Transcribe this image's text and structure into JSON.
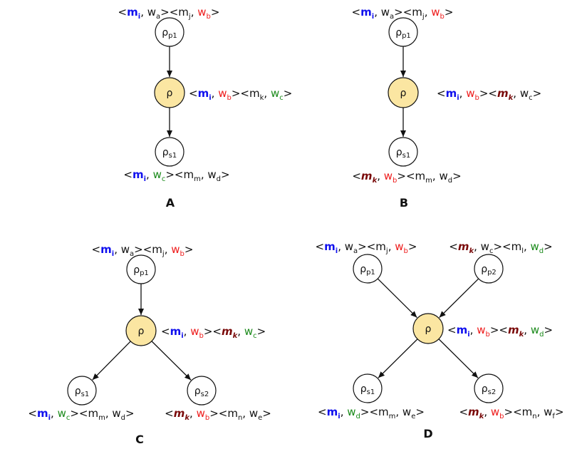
{
  "colors": {
    "node_fill": "#ffffff",
    "center_fill": "#fbe6a2",
    "stroke": "#111111",
    "blue": "#1010ee",
    "red": "#ee1c1c",
    "green": "#1a8a1a",
    "dark_red": "#7a0a0a"
  },
  "panels": [
    {
      "id": "A",
      "label": "A",
      "nodes": [
        {
          "id": "p1",
          "base": "ρ",
          "sub": "p1",
          "center": false,
          "label": [
            [
              "<",
              ""
            ],
            [
              "m",
              "blue",
              ""
            ],
            [
              "i",
              "blue",
              "sub"
            ],
            [
              ", w",
              ""
            ],
            [
              "a",
              "",
              "sub"
            ],
            [
              "><m",
              ""
            ],
            [
              "j",
              "",
              "sub"
            ],
            [
              ", ",
              ""
            ],
            [
              "w",
              "red"
            ],
            [
              "b",
              "red",
              "sub"
            ],
            [
              ">",
              ""
            ]
          ]
        },
        {
          "id": "c",
          "base": "ρ",
          "sub": "",
          "center": true,
          "label": [
            [
              "<",
              ""
            ],
            [
              "m",
              "blue"
            ],
            [
              "i",
              "blue",
              "sub"
            ],
            [
              ", ",
              ""
            ],
            [
              "w",
              "red"
            ],
            [
              "b",
              "red",
              "sub"
            ],
            [
              "><m",
              ""
            ],
            [
              "k",
              "",
              "sub"
            ],
            [
              ", ",
              ""
            ],
            [
              "w",
              "green"
            ],
            [
              "c",
              "green",
              "sub"
            ],
            [
              ">",
              ""
            ]
          ]
        },
        {
          "id": "s1",
          "base": "ρ",
          "sub": "s1",
          "center": false,
          "label": [
            [
              "<",
              ""
            ],
            [
              "m",
              "blue"
            ],
            [
              "i",
              "blue",
              "sub"
            ],
            [
              ", ",
              ""
            ],
            [
              "w",
              "green"
            ],
            [
              "c",
              "green",
              "sub"
            ],
            [
              "><m",
              ""
            ],
            [
              "m",
              "",
              "sub"
            ],
            [
              ", w",
              ""
            ],
            [
              "d",
              "",
              "sub"
            ],
            [
              ">",
              ""
            ]
          ]
        }
      ]
    },
    {
      "id": "B",
      "label": "B",
      "nodes": [
        {
          "id": "p1",
          "base": "ρ",
          "sub": "p1",
          "center": false,
          "label": [
            [
              "<",
              ""
            ],
            [
              "m",
              "blue"
            ],
            [
              "i",
              "blue",
              "sub"
            ],
            [
              ", w",
              ""
            ],
            [
              "a",
              "",
              "sub"
            ],
            [
              "><m",
              ""
            ],
            [
              "j",
              "",
              "sub"
            ],
            [
              ", ",
              ""
            ],
            [
              "w",
              "red"
            ],
            [
              "b",
              "red",
              "sub"
            ],
            [
              ">",
              ""
            ]
          ]
        },
        {
          "id": "c",
          "base": "ρ",
          "sub": "",
          "center": true,
          "label": [
            [
              "<",
              ""
            ],
            [
              "m",
              "blue"
            ],
            [
              "i",
              "blue",
              "sub"
            ],
            [
              ", ",
              ""
            ],
            [
              "w",
              "red"
            ],
            [
              "b",
              "red",
              "sub"
            ],
            [
              "><",
              ""
            ],
            [
              "m",
              "dred"
            ],
            [
              "k",
              "dred",
              "sub"
            ],
            [
              ", w",
              ""
            ],
            [
              "c",
              "",
              "sub"
            ],
            [
              ">",
              ""
            ]
          ]
        },
        {
          "id": "s1",
          "base": "ρ",
          "sub": "s1",
          "center": false,
          "label": [
            [
              "<",
              ""
            ],
            [
              "m",
              "dred"
            ],
            [
              "k",
              "dred",
              "sub"
            ],
            [
              ", ",
              ""
            ],
            [
              "w",
              "red"
            ],
            [
              "b",
              "red",
              "sub"
            ],
            [
              "><m",
              ""
            ],
            [
              "m",
              "",
              "sub"
            ],
            [
              ", w",
              ""
            ],
            [
              "d",
              "",
              "sub"
            ],
            [
              ">",
              ""
            ]
          ]
        }
      ]
    },
    {
      "id": "C",
      "label": "C",
      "nodes": [
        {
          "id": "p1",
          "base": "ρ",
          "sub": "p1",
          "center": false,
          "label": [
            [
              "<",
              ""
            ],
            [
              "m",
              "blue"
            ],
            [
              "i",
              "blue",
              "sub"
            ],
            [
              ", w",
              ""
            ],
            [
              "a",
              "",
              "sub"
            ],
            [
              "><m",
              ""
            ],
            [
              "j",
              "",
              "sub"
            ],
            [
              ", ",
              ""
            ],
            [
              "w",
              "red"
            ],
            [
              "b",
              "red",
              "sub"
            ],
            [
              ">",
              ""
            ]
          ]
        },
        {
          "id": "c",
          "base": "ρ",
          "sub": "",
          "center": true,
          "label": [
            [
              "<",
              ""
            ],
            [
              "m",
              "blue"
            ],
            [
              "i",
              "blue",
              "sub"
            ],
            [
              ", ",
              ""
            ],
            [
              "w",
              "red"
            ],
            [
              "b",
              "red",
              "sub"
            ],
            [
              "><",
              ""
            ],
            [
              "m",
              "dred"
            ],
            [
              "k",
              "dred",
              "sub"
            ],
            [
              ", ",
              ""
            ],
            [
              "w",
              "green"
            ],
            [
              "c",
              "green",
              "sub"
            ],
            [
              ">",
              ""
            ]
          ]
        },
        {
          "id": "s1",
          "base": "ρ",
          "sub": "s1",
          "center": false,
          "label": [
            [
              "<",
              ""
            ],
            [
              "m",
              "blue"
            ],
            [
              "i",
              "blue",
              "sub"
            ],
            [
              ", ",
              ""
            ],
            [
              "w",
              "green"
            ],
            [
              "c",
              "green",
              "sub"
            ],
            [
              "><m",
              ""
            ],
            [
              "m",
              "",
              "sub"
            ],
            [
              ", w",
              ""
            ],
            [
              "d",
              "",
              "sub"
            ],
            [
              ">",
              ""
            ]
          ]
        },
        {
          "id": "s2",
          "base": "ρ",
          "sub": "s2",
          "center": false,
          "label": [
            [
              "<",
              ""
            ],
            [
              "m",
              "dred"
            ],
            [
              "k",
              "dred",
              "sub"
            ],
            [
              ", ",
              ""
            ],
            [
              "w",
              "red"
            ],
            [
              "b",
              "red",
              "sub"
            ],
            [
              "><m",
              ""
            ],
            [
              "n",
              "",
              "sub"
            ],
            [
              ", w",
              ""
            ],
            [
              "e",
              "",
              "sub"
            ],
            [
              ">",
              ""
            ]
          ]
        }
      ]
    },
    {
      "id": "D",
      "label": "D",
      "nodes": [
        {
          "id": "p1",
          "base": "ρ",
          "sub": "p1",
          "center": false,
          "label": [
            [
              "<",
              ""
            ],
            [
              "m",
              "blue"
            ],
            [
              "i",
              "blue",
              "sub"
            ],
            [
              ", w",
              ""
            ],
            [
              "a",
              "",
              "sub"
            ],
            [
              "><m",
              ""
            ],
            [
              "j",
              "",
              "sub"
            ],
            [
              ", ",
              ""
            ],
            [
              "w",
              "red"
            ],
            [
              "b",
              "red",
              "sub"
            ],
            [
              ">",
              ""
            ]
          ]
        },
        {
          "id": "p2",
          "base": "ρ",
          "sub": "p2",
          "center": false,
          "label": [
            [
              "<",
              ""
            ],
            [
              "m",
              "dred"
            ],
            [
              "k",
              "dred",
              "sub"
            ],
            [
              ", w",
              ""
            ],
            [
              "c",
              "",
              "sub"
            ],
            [
              "><m",
              ""
            ],
            [
              "l",
              "",
              "sub"
            ],
            [
              ", ",
              ""
            ],
            [
              "w",
              "green"
            ],
            [
              "d",
              "green",
              "sub"
            ],
            [
              ">",
              ""
            ]
          ]
        },
        {
          "id": "c",
          "base": "ρ",
          "sub": "",
          "center": true,
          "label": [
            [
              "<",
              ""
            ],
            [
              "m",
              "blue"
            ],
            [
              "i",
              "blue",
              "sub"
            ],
            [
              ", ",
              ""
            ],
            [
              "w",
              "red"
            ],
            [
              "b",
              "red",
              "sub"
            ],
            [
              "><",
              ""
            ],
            [
              "m",
              "dred"
            ],
            [
              "k",
              "dred",
              "sub"
            ],
            [
              ", ",
              ""
            ],
            [
              "w",
              "green"
            ],
            [
              "d",
              "green",
              "sub"
            ],
            [
              ">",
              ""
            ]
          ]
        },
        {
          "id": "s1",
          "base": "ρ",
          "sub": "s1",
          "center": false,
          "label": [
            [
              "<",
              ""
            ],
            [
              "m",
              "blue"
            ],
            [
              "i",
              "blue",
              "sub"
            ],
            [
              ", ",
              ""
            ],
            [
              "w",
              "green"
            ],
            [
              "d",
              "green",
              "sub"
            ],
            [
              "><m",
              ""
            ],
            [
              "m",
              "",
              "sub"
            ],
            [
              ", w",
              ""
            ],
            [
              "e",
              "",
              "sub"
            ],
            [
              ">",
              ""
            ]
          ]
        },
        {
          "id": "s2",
          "base": "ρ",
          "sub": "s2",
          "center": false,
          "label": [
            [
              "<",
              ""
            ],
            [
              "m",
              "dred"
            ],
            [
              "k",
              "dred",
              "sub"
            ],
            [
              ", ",
              ""
            ],
            [
              "w",
              "red"
            ],
            [
              "b",
              "red",
              "sub"
            ],
            [
              "><m",
              ""
            ],
            [
              "n",
              "",
              "sub"
            ],
            [
              ", w",
              ""
            ],
            [
              "f",
              "",
              "sub"
            ],
            [
              ">",
              ""
            ]
          ]
        }
      ]
    }
  ]
}
